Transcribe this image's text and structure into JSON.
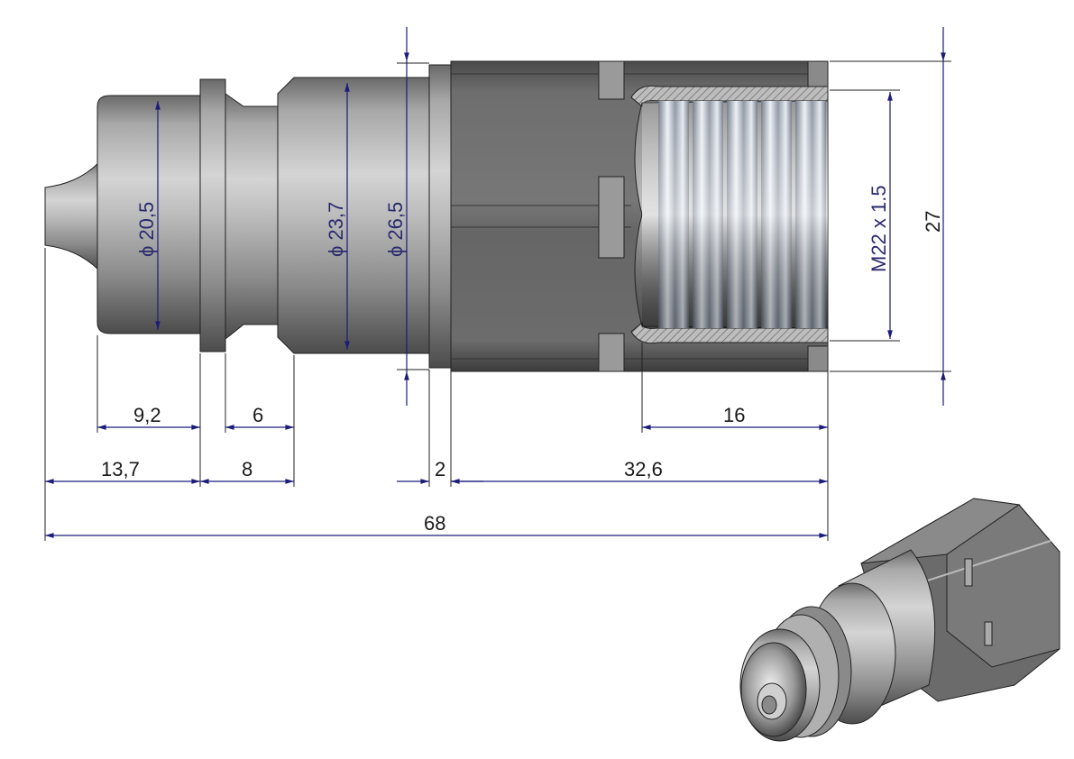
{
  "drawing": {
    "dimensions": {
      "dia_tip": "ϕ 20,5",
      "dia_body": "ϕ 23,7",
      "dia_flange": "ϕ 26,5",
      "thread": "M22 x 1.5",
      "across_flats": "27",
      "len_tip_groove": "9,2",
      "len_groove": "6",
      "len_tip": "13,7",
      "len_groove_ring": "8",
      "len_flange": "2",
      "len_hex": "32,6",
      "len_thread": "16",
      "len_total": "68"
    }
  }
}
